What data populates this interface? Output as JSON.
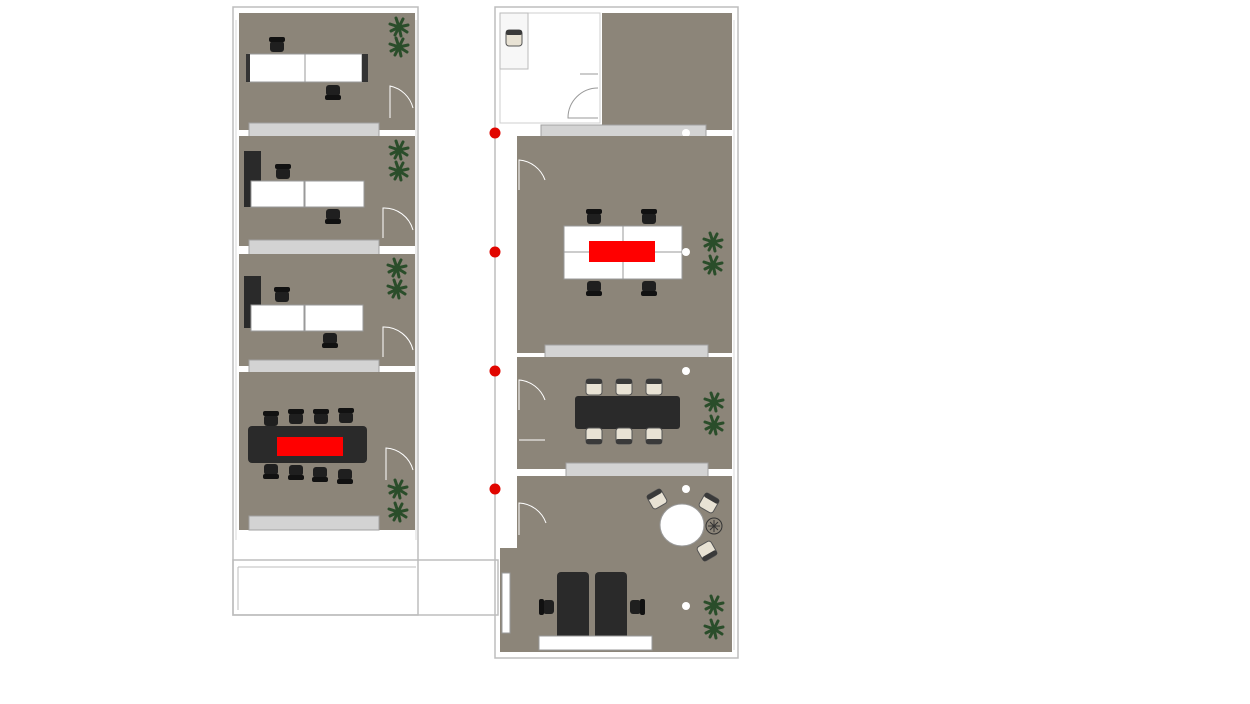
{
  "colors": {
    "background": "#ffffff",
    "floor": "#8c8579",
    "wall": "#d6d6d6",
    "wall_outline": "#9a9a9a",
    "partition": "#d0d0d0",
    "desk": "#ffffff",
    "chair": "#1f1f1f",
    "conference_table": "#2a2a2a",
    "highlight": "#ff0000",
    "marker": "#e10600",
    "plant": "#2f5a2f"
  },
  "icons": [
    "office-chair-icon",
    "plant-icon",
    "door-swing-icon",
    "armchair-icon",
    "location-marker-icon"
  ],
  "rooms": [
    {
      "id": "office-1",
      "type": "private-office",
      "desks": 2,
      "chairs": 2,
      "plants": 2
    },
    {
      "id": "office-2",
      "type": "private-office",
      "desks": 2,
      "chairs": 2,
      "plants": 2
    },
    {
      "id": "office-3",
      "type": "private-office",
      "desks": 2,
      "chairs": 2,
      "plants": 2
    },
    {
      "id": "meeting-room-west",
      "type": "conference-room",
      "chairs": 8,
      "plants": 2,
      "highlighted": true
    },
    {
      "id": "reception",
      "type": "reception",
      "chairs": 1
    },
    {
      "id": "storage",
      "type": "storage"
    },
    {
      "id": "team-room",
      "type": "open-office",
      "desks": 4,
      "chairs": 4,
      "plants": 2,
      "highlighted": true
    },
    {
      "id": "boardroom",
      "type": "conference-room",
      "chairs": 6,
      "plants": 2
    },
    {
      "id": "executive-office",
      "type": "executive-office",
      "chairs": 5,
      "plants": 2
    }
  ],
  "markers": [
    {
      "id": "marker-1",
      "color": "#e10600"
    },
    {
      "id": "marker-2",
      "color": "#e10600"
    },
    {
      "id": "marker-3",
      "color": "#e10600"
    },
    {
      "id": "marker-4",
      "color": "#e10600"
    }
  ]
}
